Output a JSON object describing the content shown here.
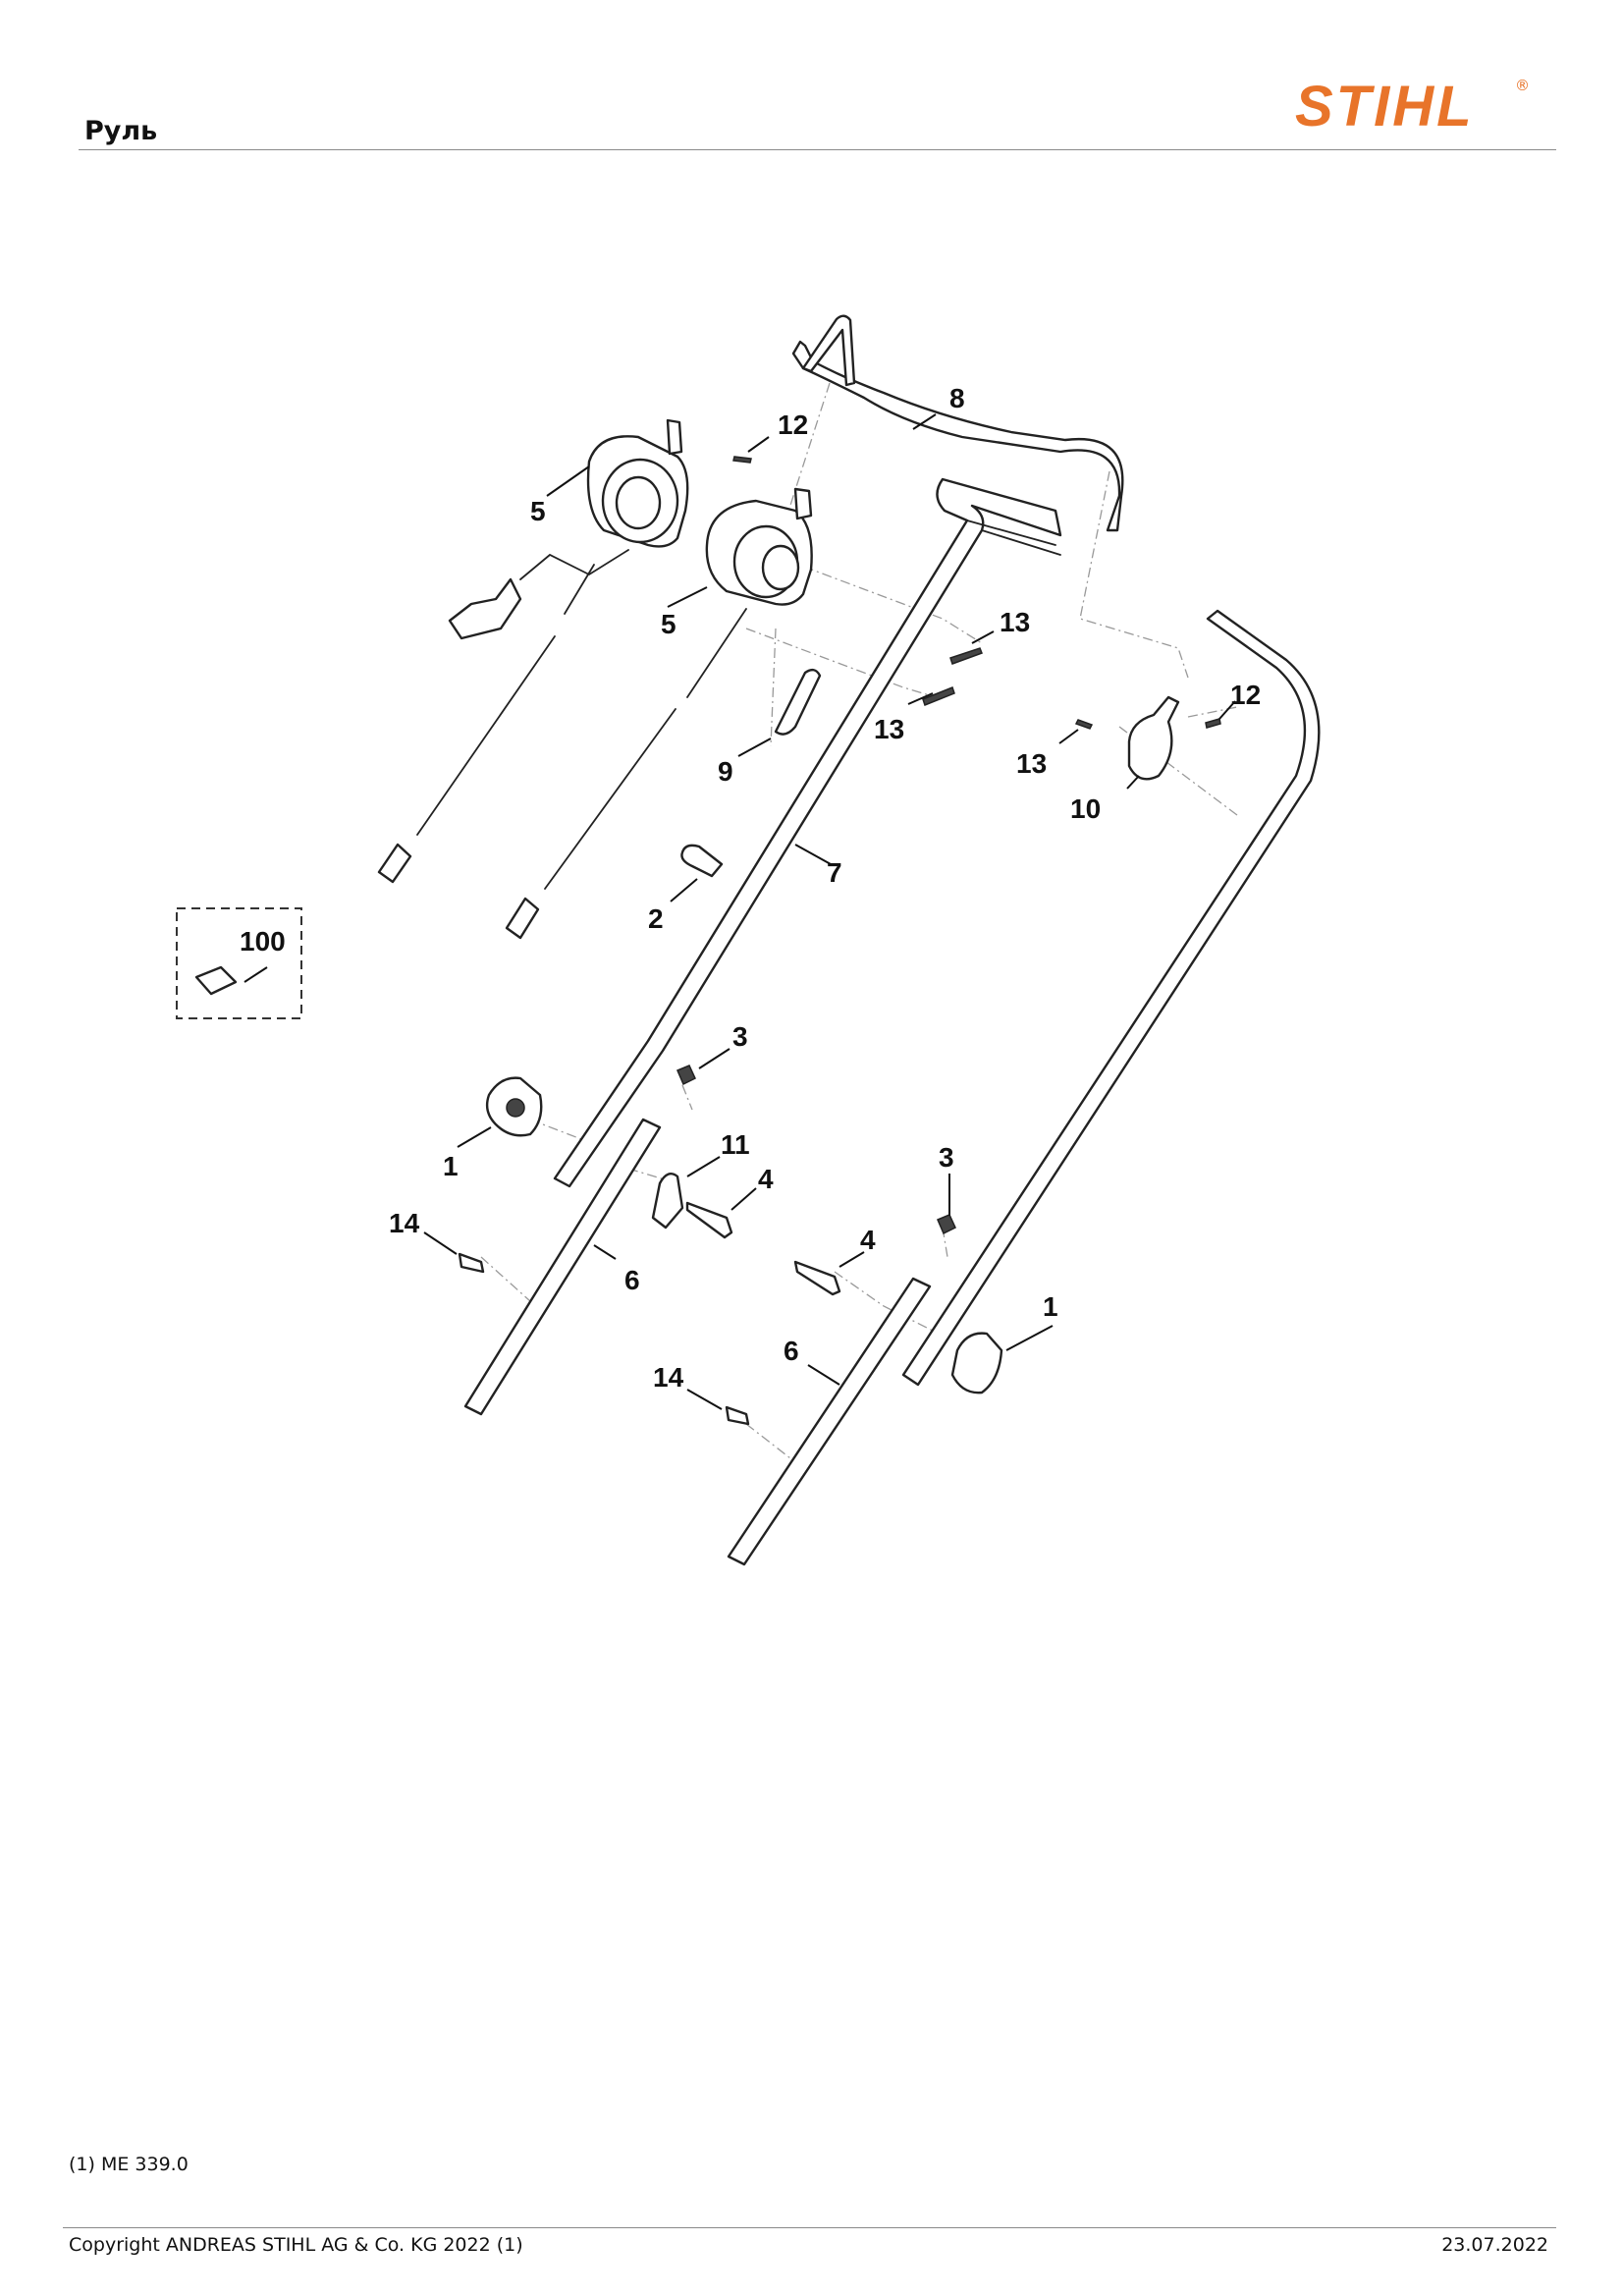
{
  "page_title": "Руль",
  "brand": {
    "logo_text": "STIHL",
    "registered_mark": "®",
    "color": "#e8742a"
  },
  "callouts": [
    "1",
    "1",
    "2",
    "3",
    "3",
    "4",
    "4",
    "5",
    "5",
    "6",
    "6",
    "7",
    "8",
    "9",
    "10",
    "11",
    "12",
    "12",
    "13",
    "13",
    "13",
    "14",
    "14",
    "100"
  ],
  "footnote": "(1) ME 339.0",
  "footer": {
    "copyright": "Copyright ANDREAS STIHL AG & Co. KG 2022 (1)",
    "date": "23.07.2022"
  }
}
